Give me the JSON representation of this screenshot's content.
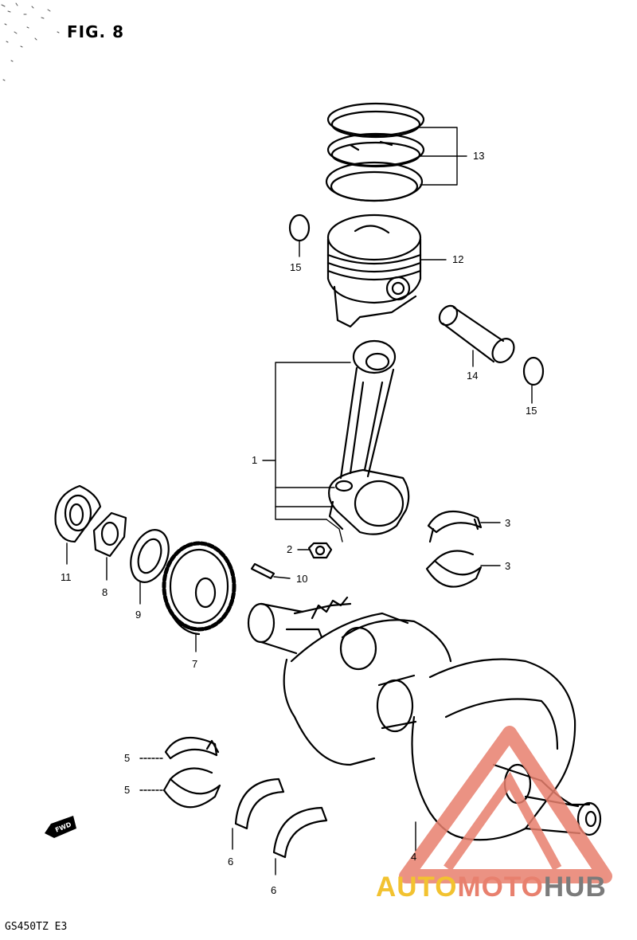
{
  "figure_title": "FIG. 8",
  "model_code": "GS450TZ  E3",
  "callouts": [
    {
      "id": "c13",
      "text": "13"
    },
    {
      "id": "c15a",
      "text": "15"
    },
    {
      "id": "c12",
      "text": "12"
    },
    {
      "id": "c14",
      "text": "14"
    },
    {
      "id": "c15b",
      "text": "15"
    },
    {
      "id": "c1",
      "text": "1"
    },
    {
      "id": "c3a",
      "text": "3"
    },
    {
      "id": "c3b",
      "text": "3"
    },
    {
      "id": "c2",
      "text": "2"
    },
    {
      "id": "c10",
      "text": "10"
    },
    {
      "id": "c11",
      "text": "11"
    },
    {
      "id": "c8",
      "text": "8"
    },
    {
      "id": "c9",
      "text": "9"
    },
    {
      "id": "c7",
      "text": "7"
    },
    {
      "id": "c5a",
      "text": "5"
    },
    {
      "id": "c5b",
      "text": "5"
    },
    {
      "id": "c6a",
      "text": "6"
    },
    {
      "id": "c6b",
      "text": "6"
    },
    {
      "id": "c4",
      "text": "4"
    }
  ],
  "forward_marker": "FWD",
  "watermark": {
    "part1": "AUTO",
    "part2": "MOTO",
    "part3": "HUB",
    "colors": {
      "gold": "#f2c230",
      "salmon": "#e8806e",
      "gray": "#7b7b7b"
    }
  }
}
